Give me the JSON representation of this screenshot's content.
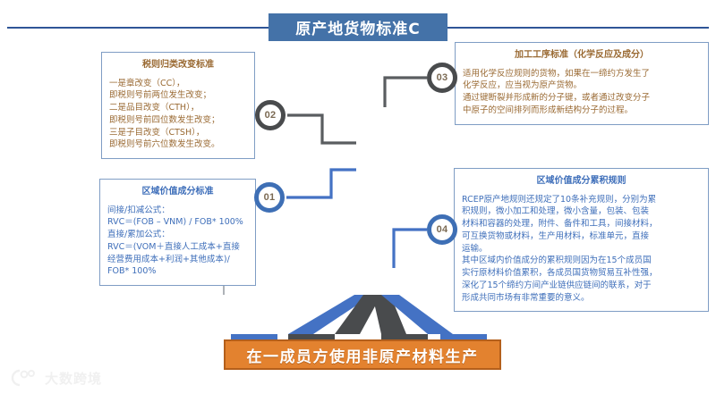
{
  "header": {
    "title": "原产地货物标准C",
    "band_color": "#4472a8",
    "rule_color": "#2f5597"
  },
  "nodes": [
    {
      "id": "01",
      "label": "01",
      "color": "#3e6fb5",
      "style": "blue"
    },
    {
      "id": "02",
      "label": "02",
      "color": "#494b4d",
      "style": "gray"
    },
    {
      "id": "03",
      "label": "03",
      "color": "#494b4d",
      "style": "gray"
    },
    {
      "id": "04",
      "label": "04",
      "color": "#3e6fb5",
      "style": "blue"
    }
  ],
  "cards": {
    "tariff_change": {
      "title": "税则归类改变标准",
      "body": "一是章改变（CC），\n即税则号前两位发生改变；\n二是品目改变（CTH），\n即税则号前四位数发生改变；\n三是子目改变（CTSH），\n即税则号前六位数发生改变。",
      "color": "#9a6a33"
    },
    "regional_value": {
      "title": "区域价值成分标准",
      "body": "间接/扣减公式：\nRVC＝(FOB – VNM) / FOB* 100%\n直接/累加公式：\nRVC＝(VOM＋直接人工成本+直接\n经营费用成本+利润+其他成本)/\nFOB* 100%",
      "color": "#3f6fba"
    },
    "process_rule": {
      "title": "加工工序标准（化学反应及成分）",
      "body": "适用化学反应规则的货物，如果在一缔约方发生了\n化学反应，应当视为原产货物。\n通过键断裂并形成新的分子键，或者通过改变分子\n中原子的空间排列而形成新结构分子的过程。",
      "color": "#9a6a33"
    },
    "accumulation_rule": {
      "title": "区域价值成分累积规则",
      "body": "RCEP原产地规则还规定了10条补充规则，分别为累\n积规则，微小加工和处理，微小含量，包装、包装\n材料和容器的处理，附件、备件和工具，间接材料，\n可互换货物或材料，生产用材料，标准单元，直接\n运输。\n其中区域内价值成分的累积规则因为在15个成员国\n实行原材料价值累积，各成员国货物贸易互补性强，\n深化了15个缔约方间产业链供应链间的联系，对于\n形成共同市场有非常重要的意义。",
      "color": "#3f6fba"
    }
  },
  "banner": {
    "text": "在一成员方使用非原产材料生产",
    "fill": "#e3822f",
    "border": "#b45f1b"
  },
  "funnel": {
    "bands": [
      {
        "name": "band-left-blue",
        "color": "#4472c4"
      },
      {
        "name": "band-mid-gray-1",
        "color": "#494b4d"
      },
      {
        "name": "band-mid-gray-2",
        "color": "#494b4d"
      },
      {
        "name": "band-right-blue",
        "color": "#4472c4"
      }
    ]
  },
  "watermark": {
    "text": "大数跨境",
    "icon": "wm-logo-icon"
  }
}
